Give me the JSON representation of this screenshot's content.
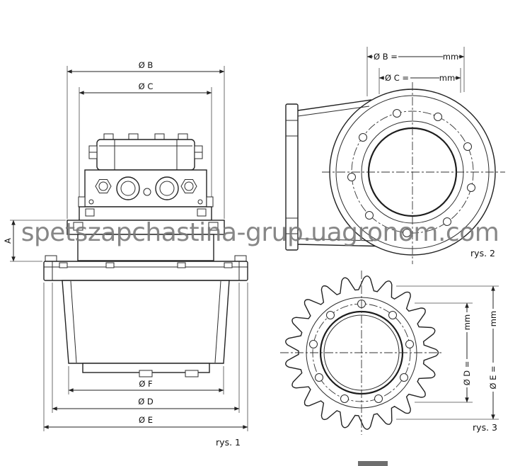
{
  "watermark": {
    "text": "spetszapchastina-grup.uagronom.com"
  },
  "fig1": {
    "caption": "rys. 1",
    "dims": {
      "b": "Ø B",
      "c": "Ø C",
      "a": "A",
      "f": "Ø F",
      "d": "Ø D",
      "e": "Ø E"
    }
  },
  "fig2": {
    "caption": "rys. 2",
    "dims": {
      "b_label": "Ø B =",
      "b_unit": "mm",
      "c_label": "Ø C =",
      "c_unit": "mm"
    }
  },
  "fig3": {
    "caption": "rys. 3",
    "dims": {
      "d_label": "Ø D =",
      "d_unit": "mm",
      "e_label": "Ø E =",
      "e_unit": "mm"
    }
  }
}
